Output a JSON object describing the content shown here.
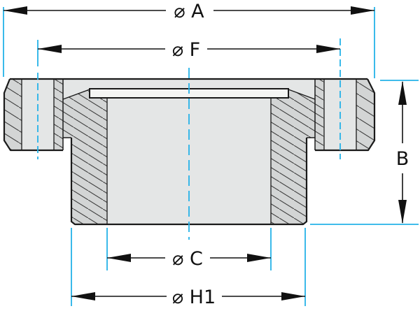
{
  "drawing": {
    "type": "technical-cross-section",
    "subject": "flange-with-window",
    "dimensions": {
      "a": {
        "label": "⌀ A",
        "role": "outer-flange-diameter"
      },
      "f": {
        "label": "⌀ F",
        "role": "bolt-circle-diameter"
      },
      "b": {
        "label": "B",
        "role": "overall-height"
      },
      "c": {
        "label": "⌀ C",
        "role": "inner-bore-diameter"
      },
      "h1": {
        "label": "⌀ H1",
        "role": "hub-outer-diameter"
      }
    },
    "colors": {
      "background": "#ffffff",
      "outline": "#1a1a1a",
      "hatch_fill": "#d3d5d5",
      "behind_fill": "#e4e6e6",
      "window_fill": "#f4f5f3",
      "centerline": "#25b2e8",
      "dimension": "#111111",
      "hatch_line": "#3c3c3c"
    }
  }
}
